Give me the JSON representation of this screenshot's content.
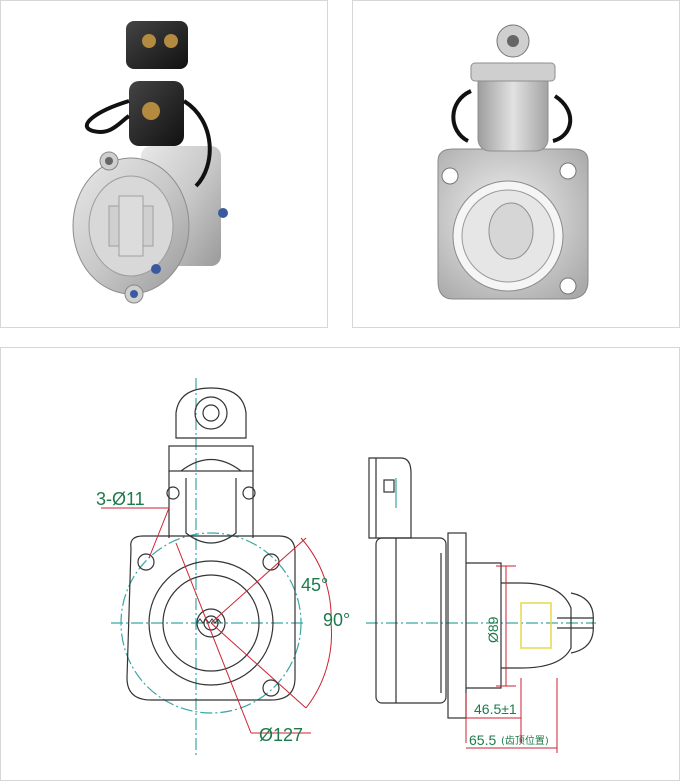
{
  "photos": {
    "left": {
      "label": "starter-motor-rear-view"
    },
    "right": {
      "label": "starter-motor-front-view"
    }
  },
  "drawing": {
    "dimensions": {
      "holes": "3-Ø11",
      "angle_45": "45°",
      "angle_90": "90°",
      "diameter_127": "Ø127",
      "diameter_89": "Ø89",
      "length_46_5": "46.5±1",
      "length_65_5": "65.5",
      "length_65_5_note": "(齿顶位置)"
    },
    "colors": {
      "outline": "#333333",
      "centerline": "#3aa6a6",
      "dimension": "#cc2233",
      "dimension_text": "#1e7a4a",
      "highlight": "#e6d84a"
    }
  }
}
